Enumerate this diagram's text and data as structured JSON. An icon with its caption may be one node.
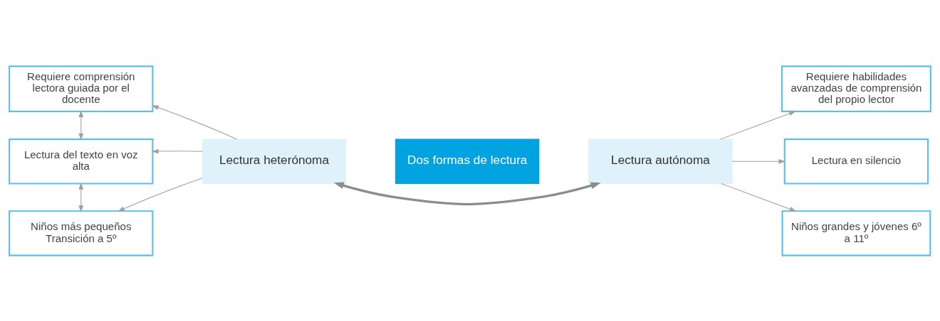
{
  "diagram": {
    "nodes": [
      {
        "text": [
          "Dos formas de lectura"
        ]
      },
      {
        "text": [
          "Requiere comprensión lectora guiada por el docente"
        ]
      },
      {
        "text": [
          "Requiere habilidades avanzadas de comprensión del propio lector"
        ]
      },
      {
        "text": [
          "Lectura del texto en voz alta"
        ]
      },
      {
        "text": [
          "Lectura heterónoma"
        ]
      },
      {
        "text": [
          "Lectura autónoma"
        ]
      },
      {
        "text": [
          "Lectura en silencio"
        ]
      },
      {
        "text": [
          "Niños más pequeños Transición a 5º"
        ]
      },
      {
        "text": [
          "Niños grandes y jóvenes 6º a 11º"
        ]
      }
    ],
    "edges": [
      {
        "from": 4,
        "to": 1,
        "arrow": "to"
      },
      {
        "from": 4,
        "to": 3,
        "arrow": "to"
      },
      {
        "from": 4,
        "to": 7,
        "arrow": "to"
      },
      {
        "from": 4,
        "to": 5,
        "arrow": "both",
        "style": "thick"
      },
      {
        "from": 5,
        "to": 2,
        "arrow": "to"
      },
      {
        "from": 5,
        "to": 6,
        "arrow": "to"
      },
      {
        "from": 5,
        "to": 8,
        "arrow": "to"
      },
      {
        "from": 1,
        "to": 3,
        "arrow": "both"
      },
      {
        "from": 3,
        "to": 7,
        "arrow": "both"
      }
    ]
  }
}
